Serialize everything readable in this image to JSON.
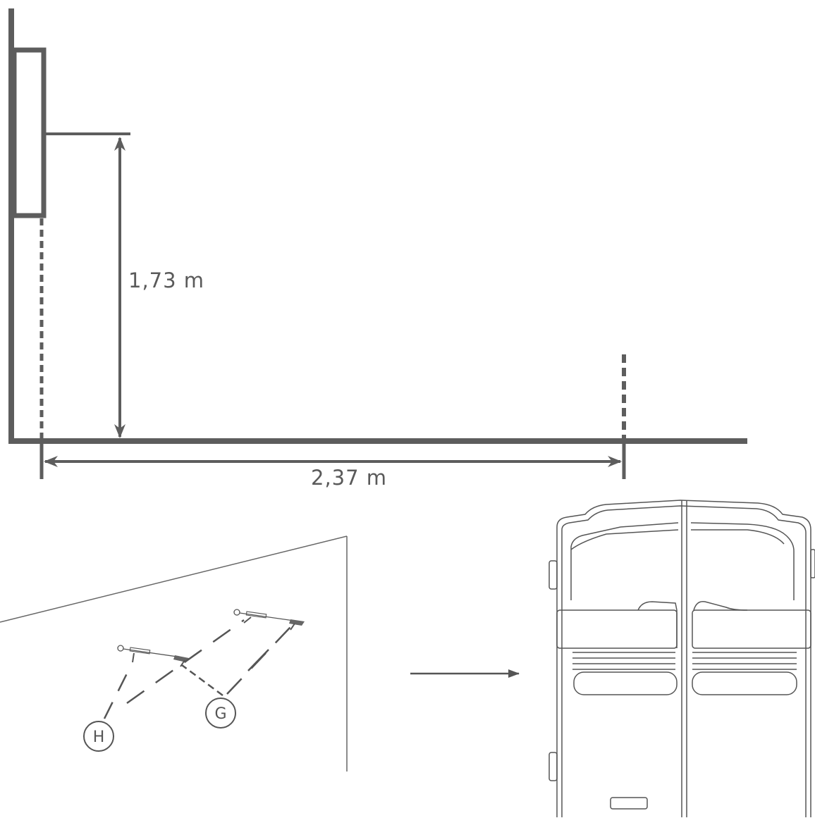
{
  "dimensions": {
    "height_label": "1,73 m",
    "width_label": "2,37 m"
  },
  "fixing_points": {
    "label_h": "H",
    "label_g": "G"
  },
  "colors": {
    "heavy_line": "#5d5d5d",
    "thin_line": "#6b6b6b",
    "outline": "#555555"
  },
  "icons": [
    "wall-profile",
    "screw-anchor-icon",
    "heater-unit-icon",
    "arrow-right-icon"
  ]
}
